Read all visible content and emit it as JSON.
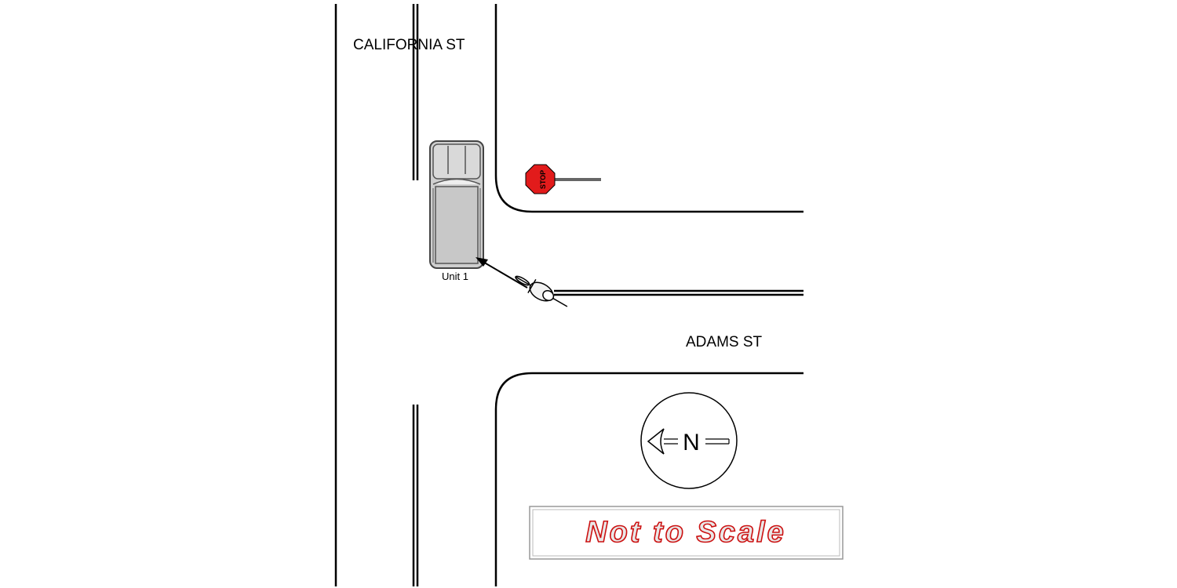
{
  "streets": {
    "vertical": "CALIFORNIA ST",
    "horizontal": "ADAMS ST"
  },
  "vehicle": {
    "label": "Unit 1",
    "body_color": "#c8c8c8"
  },
  "stop_sign": {
    "text": "STOP",
    "color": "#e21b1b"
  },
  "compass": {
    "letter": "N",
    "arrow_direction": "left"
  },
  "scale_note": {
    "text": "Not to Scale",
    "text_color": "#cc1111"
  },
  "icons": [
    "car-icon",
    "bicycle-icon",
    "stop-sign-icon",
    "north-arrow-icon",
    "impact-arrow-icon"
  ]
}
